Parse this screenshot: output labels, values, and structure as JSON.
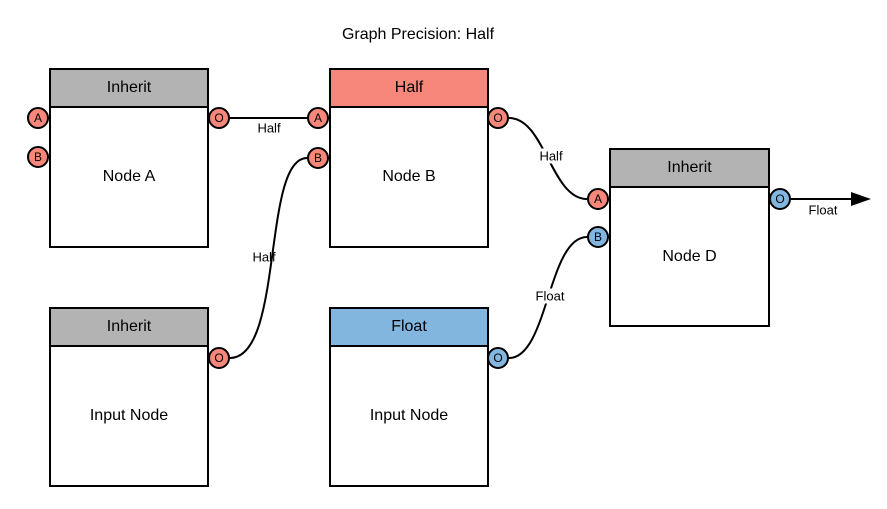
{
  "title": "Graph Precision: Half",
  "colors": {
    "header_inherit_gray": "#B3B3B3",
    "precision_half_salmon": "#F8877B",
    "precision_float_blue": "#82B6DF",
    "edge_stroke": "#000000"
  },
  "nodes": [
    {
      "id": "node-a",
      "header": "Inherit",
      "label": "Node A"
    },
    {
      "id": "node-b",
      "header": "Half",
      "label": "Node B"
    },
    {
      "id": "input-left",
      "header": "Inherit",
      "label": "Input Node"
    },
    {
      "id": "input-mid",
      "header": "Float",
      "label": "Input Node"
    },
    {
      "id": "node-d",
      "header": "Inherit",
      "label": "Node D"
    }
  ],
  "port_letters": {
    "a": "A",
    "b": "B",
    "o": "O"
  },
  "edges": [
    {
      "from": "Node A O",
      "to": "Node B A",
      "label": "Half"
    },
    {
      "from": "Input Node O",
      "to": "Node B B",
      "label": "Half"
    },
    {
      "from": "Node B O",
      "to": "Node D A",
      "label": "Half"
    },
    {
      "from": "Input Node O",
      "to": "Node D B",
      "label": "Float"
    },
    {
      "from": "Node D O",
      "to": "output",
      "label": "Float"
    }
  ]
}
